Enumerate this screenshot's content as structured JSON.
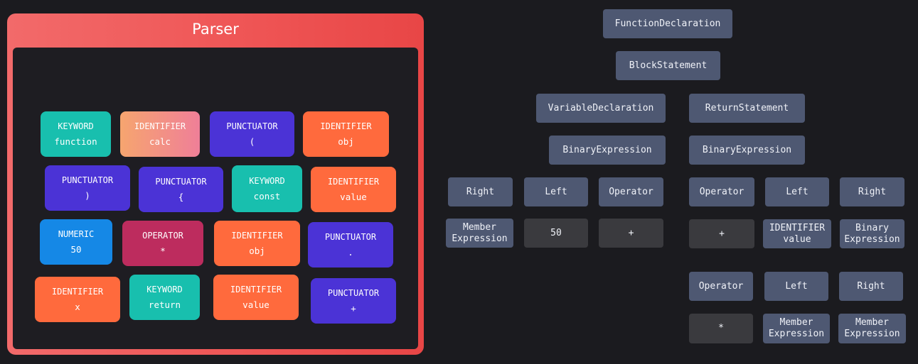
{
  "parser": {
    "title": "Parser",
    "tokens": [
      {
        "kind": "KEYWORD",
        "value": "function",
        "type": "keyword"
      },
      {
        "kind": "IDENTIFIER",
        "value": "calc",
        "type": "identifier-gradient"
      },
      {
        "kind": "PUNCTUATOR",
        "value": "(",
        "type": "punctuator"
      },
      {
        "kind": "IDENTIFIER",
        "value": "obj",
        "type": "identifier"
      },
      {
        "kind": "PUNCTUATOR",
        "value": ")",
        "type": "punctuator"
      },
      {
        "kind": "PUNCTUATOR",
        "value": "{",
        "type": "punctuator"
      },
      {
        "kind": "KEYWORD",
        "value": "const",
        "type": "keyword"
      },
      {
        "kind": "IDENTIFIER",
        "value": "value",
        "type": "identifier"
      },
      {
        "kind": "NUMERIC",
        "value": "50",
        "type": "numeric"
      },
      {
        "kind": "OPERATOR",
        "value": "*",
        "type": "operator"
      },
      {
        "kind": "IDENTIFIER",
        "value": "obj",
        "type": "identifier"
      },
      {
        "kind": "PUNCTUATOR",
        "value": ".",
        "type": "punctuator"
      },
      {
        "kind": "IDENTIFIER",
        "value": "x",
        "type": "identifier"
      },
      {
        "kind": "KEYWORD",
        "value": "return",
        "type": "keyword"
      },
      {
        "kind": "IDENTIFIER",
        "value": "value",
        "type": "identifier"
      },
      {
        "kind": "PUNCTUATOR",
        "value": "+",
        "type": "punctuator"
      }
    ]
  },
  "ast": {
    "function_declaration": "FunctionDeclaration",
    "block_statement": "BlockStatement",
    "variable_declaration": "VariableDeclaration",
    "return_statement": "ReturnStatement",
    "left_binary_expression": "BinaryExpression",
    "right_binary_expression": "BinaryExpression",
    "left_group": {
      "labels": [
        "Right",
        "Left",
        "Operator"
      ],
      "values": [
        [
          "Member",
          "Expression"
        ],
        [
          "50"
        ],
        [
          "+"
        ]
      ]
    },
    "right_group": {
      "labels": [
        "Operator",
        "Left",
        "Right"
      ],
      "values": [
        [
          "+"
        ],
        [
          "IDENTIFIER",
          "value"
        ],
        [
          "Binary",
          "Expression"
        ]
      ]
    },
    "nested_group": {
      "labels": [
        "Operator",
        "Left",
        "Right"
      ],
      "values": [
        [
          "*"
        ],
        [
          "Member",
          "Expression"
        ],
        [
          "Member",
          "Expression"
        ]
      ]
    }
  },
  "colors": {
    "panel": "#ef5656",
    "keyword": "#18bfae",
    "identifier": "#ff6a3d",
    "punctuator": "#4b33d6",
    "numeric": "#1588e6",
    "operator": "#bd2c5e",
    "node": "#4e5872",
    "node_dark": "#3a3a3e"
  }
}
